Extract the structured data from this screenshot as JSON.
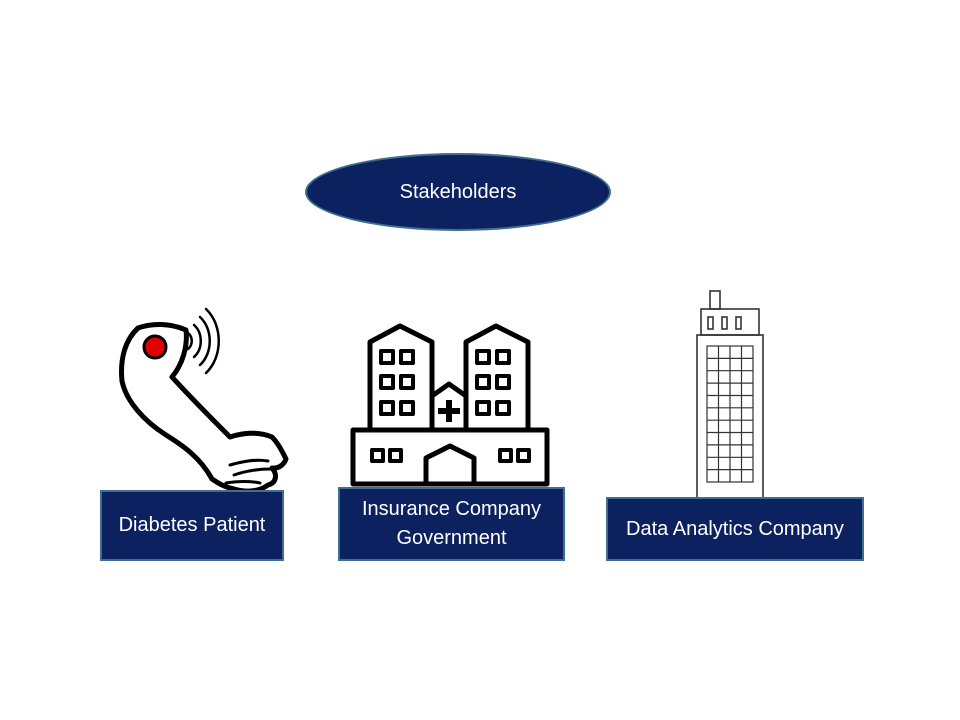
{
  "title": "Stakeholders",
  "stakeholders": [
    {
      "label": "Diabetes Patient",
      "icon": "arm-sensor-icon"
    },
    {
      "label_line1": "Insurance Company",
      "label_line2": "Government",
      "icon": "hospital-icon"
    },
    {
      "label": "Data Analytics Company",
      "icon": "office-tower-icon"
    }
  ],
  "colors": {
    "box_fill": "#0c2260",
    "box_border": "#3f6f8f",
    "sensor": "#e00000",
    "text": "#ffffff",
    "background_glow": "#86e89c"
  }
}
